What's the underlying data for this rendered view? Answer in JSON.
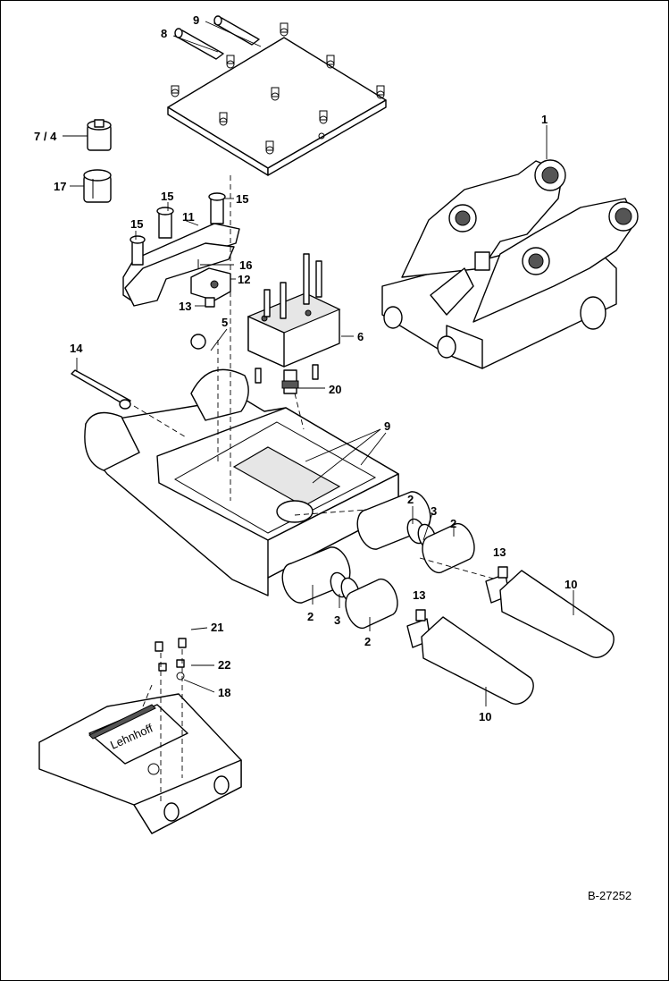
{
  "drawing_number": "B-27252",
  "labels": {
    "c1": "1",
    "c2a": "2",
    "c2b": "2",
    "c2c": "2",
    "c2d": "2",
    "c3a": "3",
    "c3b": "3",
    "c5": "5",
    "c6": "6",
    "c7_4": "7 / 4",
    "c8": "8",
    "c9a": "9",
    "c9b": "9",
    "c10a": "10",
    "c10b": "10",
    "c11": "11",
    "c12": "12",
    "c13a": "13",
    "c13b": "13",
    "c13c": "13",
    "c14": "14",
    "c15a": "15",
    "c15b": "15",
    "c15c": "15",
    "c16": "16",
    "c17": "17",
    "c18": "18",
    "c20": "20",
    "c21": "21",
    "c22": "22"
  },
  "brand_mark": "Lehnhoff"
}
